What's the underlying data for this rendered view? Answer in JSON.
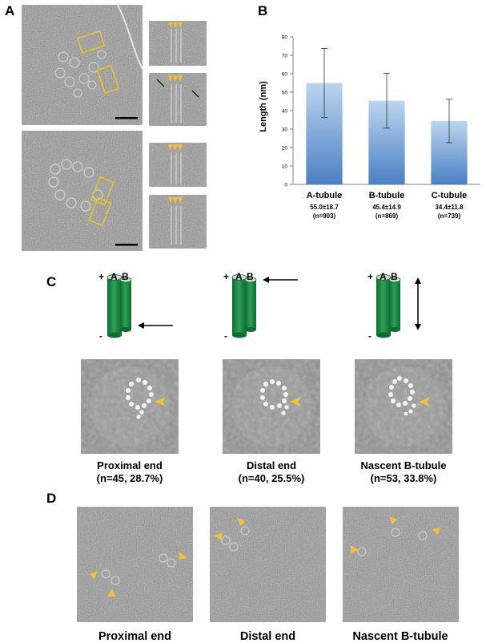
{
  "panels": {
    "a": "A",
    "b": "B",
    "c": "C",
    "d": "D"
  },
  "chart_data": {
    "type": "bar",
    "categories": [
      "A-tubule",
      "B-tubule",
      "C-tubule"
    ],
    "values": [
      55.0,
      45.4,
      34.4
    ],
    "errors": [
      18.7,
      14.9,
      11.8
    ],
    "value_labels": [
      "55.0±18.7",
      "45.4±14.9",
      "34.4±11.8"
    ],
    "n_labels": [
      "(n=903)",
      "(n=869)",
      "(n=739)"
    ],
    "ylabel": "Length (nm)",
    "ylim": [
      0,
      80
    ],
    "yticks": [
      0,
      10,
      20,
      30,
      40,
      50,
      60,
      70,
      80
    ],
    "grid": false,
    "bar_color_top": "#b9d2ee",
    "bar_color_bottom": "#4f83c4"
  },
  "schematics": [
    {
      "plus": "+",
      "minus": "-",
      "label_a": "A",
      "label_b": "B",
      "arrow": "bottom"
    },
    {
      "plus": "+",
      "minus": "-",
      "label_a": "A",
      "label_b": "B",
      "arrow": "top"
    },
    {
      "plus": "+",
      "minus": "-",
      "label_a": "A",
      "label_b": "B",
      "arrow": "double"
    }
  ],
  "colors": {
    "tubule_green": "#1f8a45",
    "tubule_top": "#c8dcc9",
    "marker_yellow": "#f2c230",
    "box_yellow": "#e9c227"
  },
  "c_captions": [
    {
      "title": "Proximal end",
      "stats": "(n=45, 28.7%)"
    },
    {
      "title": "Distal end",
      "stats": "(n=40, 25.5%)"
    },
    {
      "title": "Nascent B-tubule",
      "stats": "(n=53, 33.8%)"
    }
  ],
  "d_captions": [
    "Proximal end",
    "Distal end",
    "Nascent B-tubule"
  ]
}
